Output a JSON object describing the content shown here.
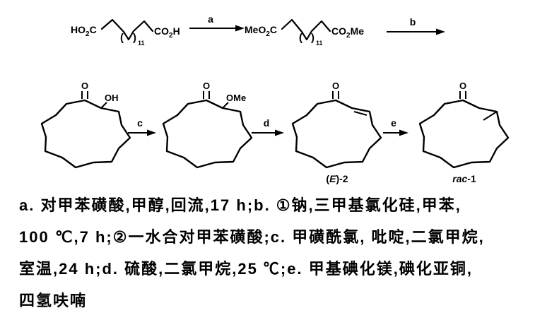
{
  "scheme": {
    "diacid": {
      "left_main": "HO",
      "left_sub": "2",
      "left_tail": "C",
      "paren_open": "(",
      "paren_close": ")",
      "repeat_sub": "11",
      "right_main": "CO",
      "right_sub": "2",
      "right_tail": "H"
    },
    "diester": {
      "left_main": "MeO",
      "left_sub": "2",
      "left_tail": "C",
      "paren_open": "(",
      "paren_close": ")",
      "repeat_sub": "11",
      "right_main": "CO",
      "right_sub": "2",
      "right_tail": "Me"
    },
    "arrows": {
      "a": "a",
      "b": "b",
      "c": "c",
      "d": "d",
      "e": "e"
    },
    "rings": {
      "carbonyl_o": "O",
      "hydroxyl": "OH",
      "methoxy": "OMe",
      "enone_paren": "(",
      "enone_e": "E",
      "enone_rest": ")-2",
      "rac_italic": "rac",
      "rac_rest": "-1"
    }
  },
  "conditions": {
    "line1": "a. 对甲苯磺酸,甲醇,回流,17 h;b. ①钠,三甲基氯化硅,甲苯,",
    "line2": "100 ℃,7 h;②一水合对甲苯磺酸;c. 甲磺酰氯, 吡啶,二氯甲烷,",
    "line3": "室温,24 h;d. 硫酸,二氯甲烷,25 ℃;e. 甲基碘化镁,碘化亚铜,",
    "line4": "四氢呋喃"
  }
}
